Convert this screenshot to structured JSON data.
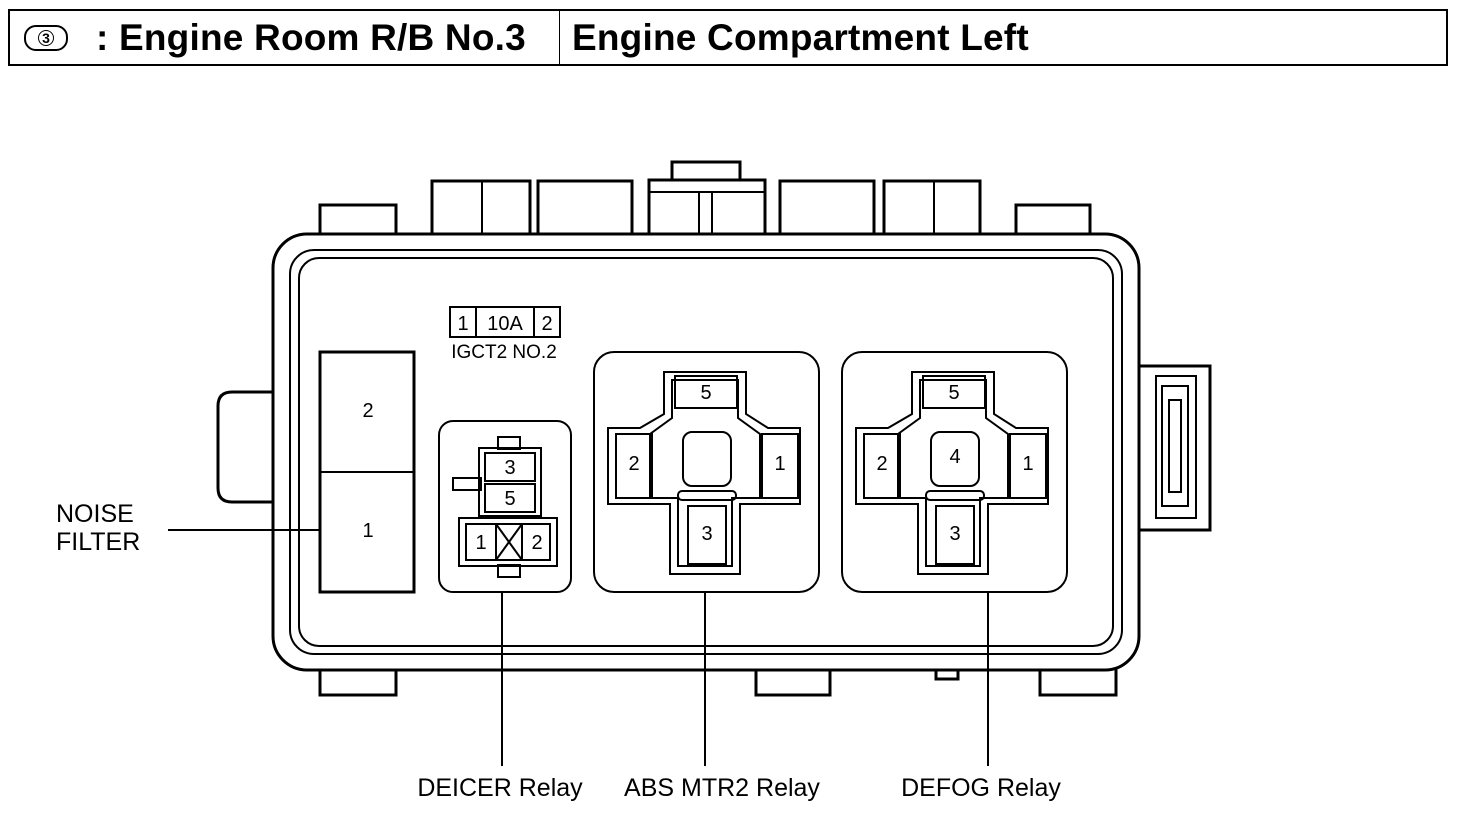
{
  "header": {
    "badge_number": "3",
    "title_left": ": Engine Room R/B No.3",
    "title_right": "Engine Compartment Left"
  },
  "fuse": {
    "pin_left": "1",
    "rating": "10A",
    "pin_right": "2",
    "name": "IGCT2 NO.2"
  },
  "noise_filter": {
    "label_line1": "NOISE",
    "label_line2": "FILTER",
    "slot_top": "2",
    "slot_bottom": "1"
  },
  "deicer_relay": {
    "label": "DEICER Relay",
    "pin_3": "3",
    "pin_5": "5",
    "pin_1": "1",
    "pin_2": "2"
  },
  "abs_relay": {
    "label": "ABS MTR2 Relay",
    "pin_5": "5",
    "pin_2": "2",
    "pin_1": "1",
    "pin_3": "3"
  },
  "defog_relay": {
    "label": "DEFOG Relay",
    "pin_5": "5",
    "pin_4": "4",
    "pin_2": "2",
    "pin_1": "1",
    "pin_3": "3"
  }
}
